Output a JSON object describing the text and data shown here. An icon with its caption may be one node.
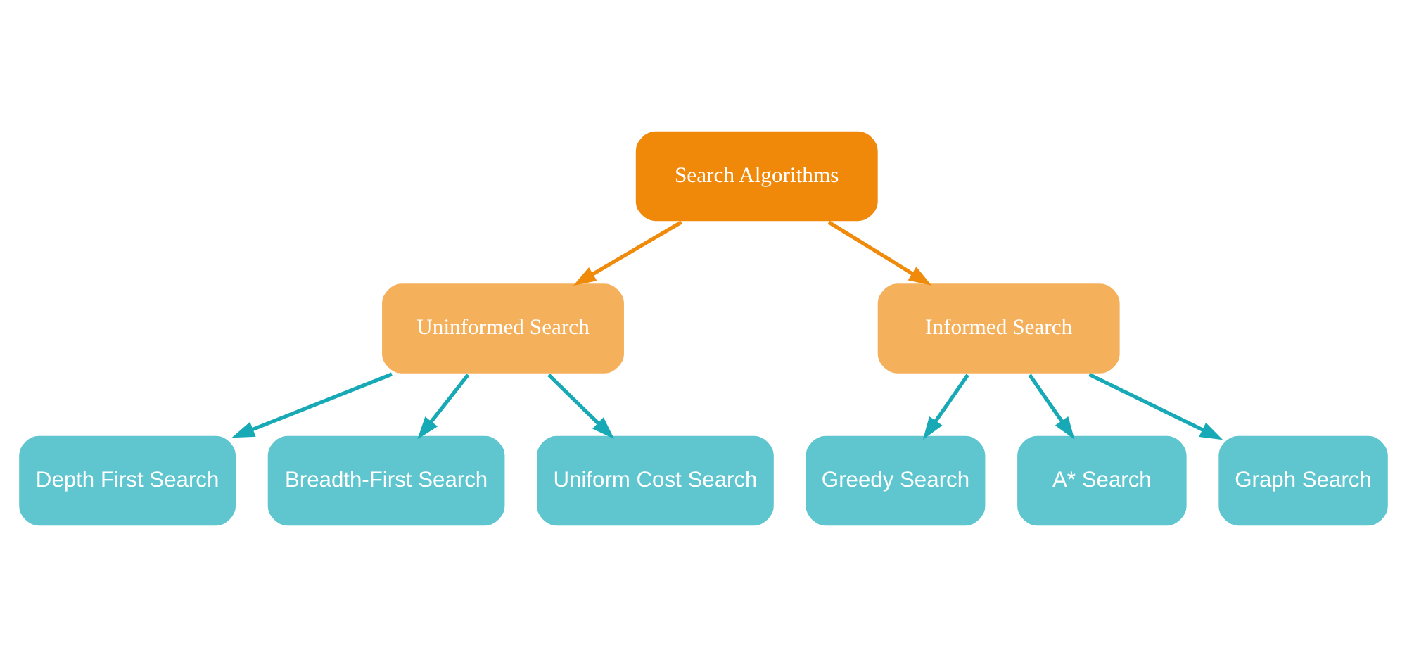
{
  "diagram": {
    "nodes": [
      {
        "text": [
          "Search Algorithms"
        ]
      },
      {
        "text": [
          "Uninformed Search"
        ]
      },
      {
        "text": [
          "Informed Search"
        ]
      },
      {
        "text": [
          "Depth First Search"
        ]
      },
      {
        "text": [
          "Breadth-First Search"
        ]
      },
      {
        "text": [
          "Uniform Cost Search"
        ]
      },
      {
        "text": [
          "Greedy Search"
        ]
      },
      {
        "text": [
          "A* Search"
        ]
      },
      {
        "text": [
          "Graph Search"
        ]
      }
    ],
    "edges": [
      {
        "from": 0,
        "to": 1,
        "arrow": "to",
        "color": "#f08a0b"
      },
      {
        "from": 0,
        "to": 2,
        "arrow": "to",
        "color": "#f08a0b"
      },
      {
        "from": 1,
        "to": 3,
        "arrow": "to"
      },
      {
        "from": 1,
        "to": 4,
        "arrow": "to"
      },
      {
        "from": 1,
        "to": 5,
        "arrow": "to"
      },
      {
        "from": 2,
        "to": 6,
        "arrow": "to"
      },
      {
        "from": 2,
        "to": 7,
        "arrow": "to"
      },
      {
        "from": 2,
        "to": 8,
        "arrow": "to"
      }
    ]
  }
}
